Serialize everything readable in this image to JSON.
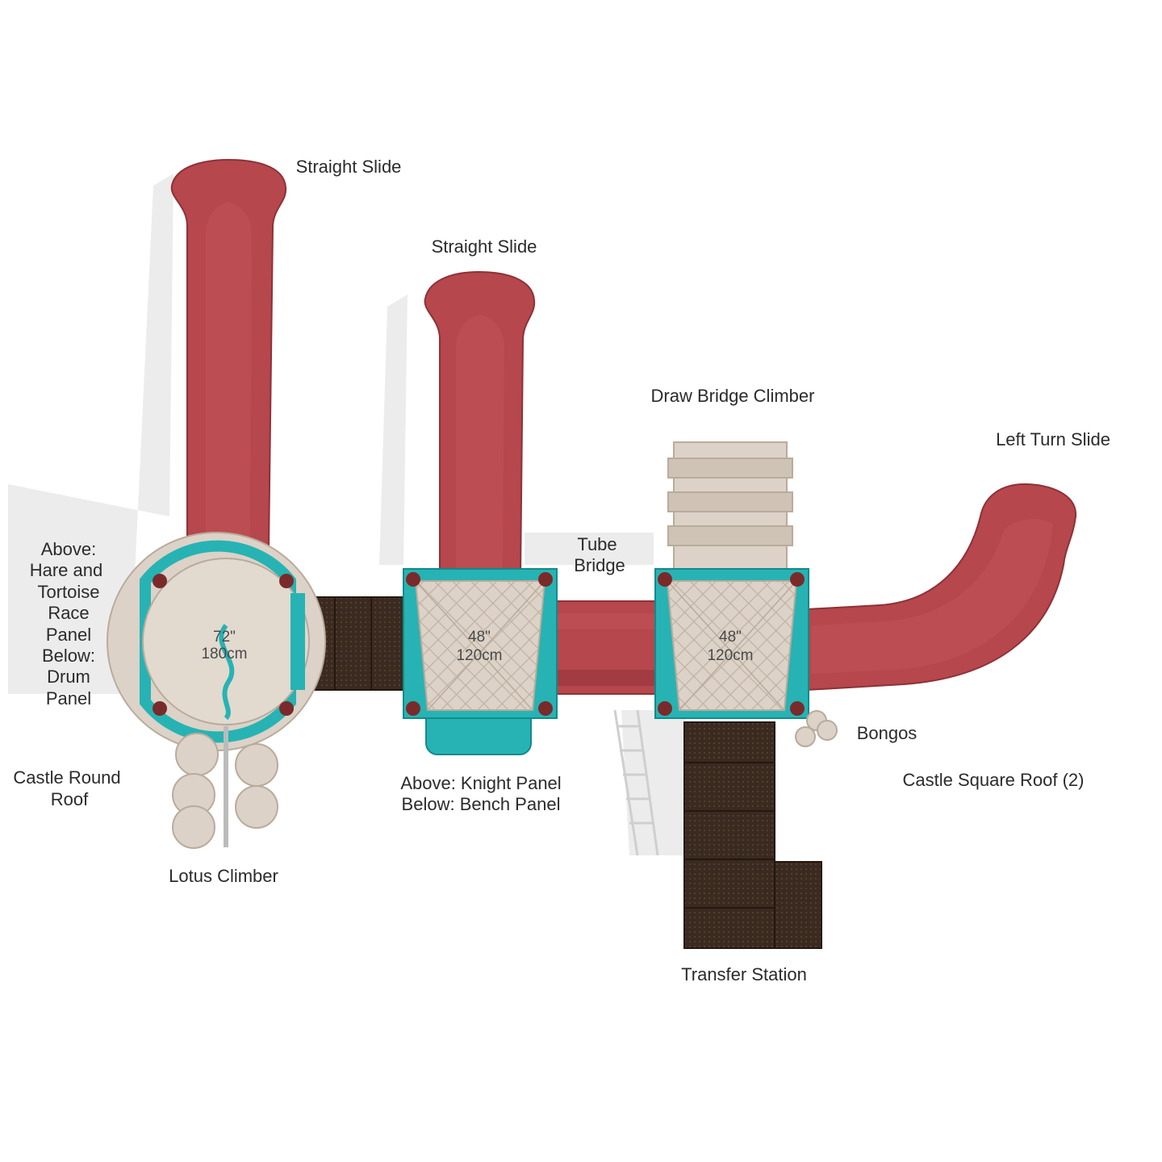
{
  "labels": {
    "straight_slide_1": "Straight Slide",
    "straight_slide_2": "Straight Slide",
    "draw_bridge_climber": "Draw Bridge Climber",
    "left_turn_slide": "Left Turn Slide",
    "tube_bridge": [
      "Tube",
      "Bridge"
    ],
    "hare_panel": [
      "Above:",
      "Hare and",
      "Tortoise",
      "Race",
      "Panel",
      "Below:",
      "Drum",
      "Panel"
    ],
    "castle_round_roof": [
      "Castle Round",
      "Roof"
    ],
    "lotus_climber": "Lotus Climber",
    "knight_panel": [
      "Above: Knight Panel",
      "Below: Bench Panel"
    ],
    "bongos": "Bongos",
    "castle_square_roof": "Castle Square Roof (2)",
    "transfer_station": "Transfer Station"
  },
  "dimensions": {
    "round_deck": [
      "72\"",
      "180cm"
    ],
    "square_deck_1": [
      "48\"",
      "120cm"
    ],
    "square_deck_2": [
      "48\"",
      "120cm"
    ]
  },
  "colors": {
    "slide_red": "#b5474d",
    "slide_red_dark": "#8f3138",
    "teal": "#27b3b3",
    "teal_dark": "#128a8c",
    "tan": "#dcd2c7",
    "tan_dark": "#b9ab9c",
    "deck_brown": "#3a2a1f",
    "post_red": "#7a2a2a"
  }
}
